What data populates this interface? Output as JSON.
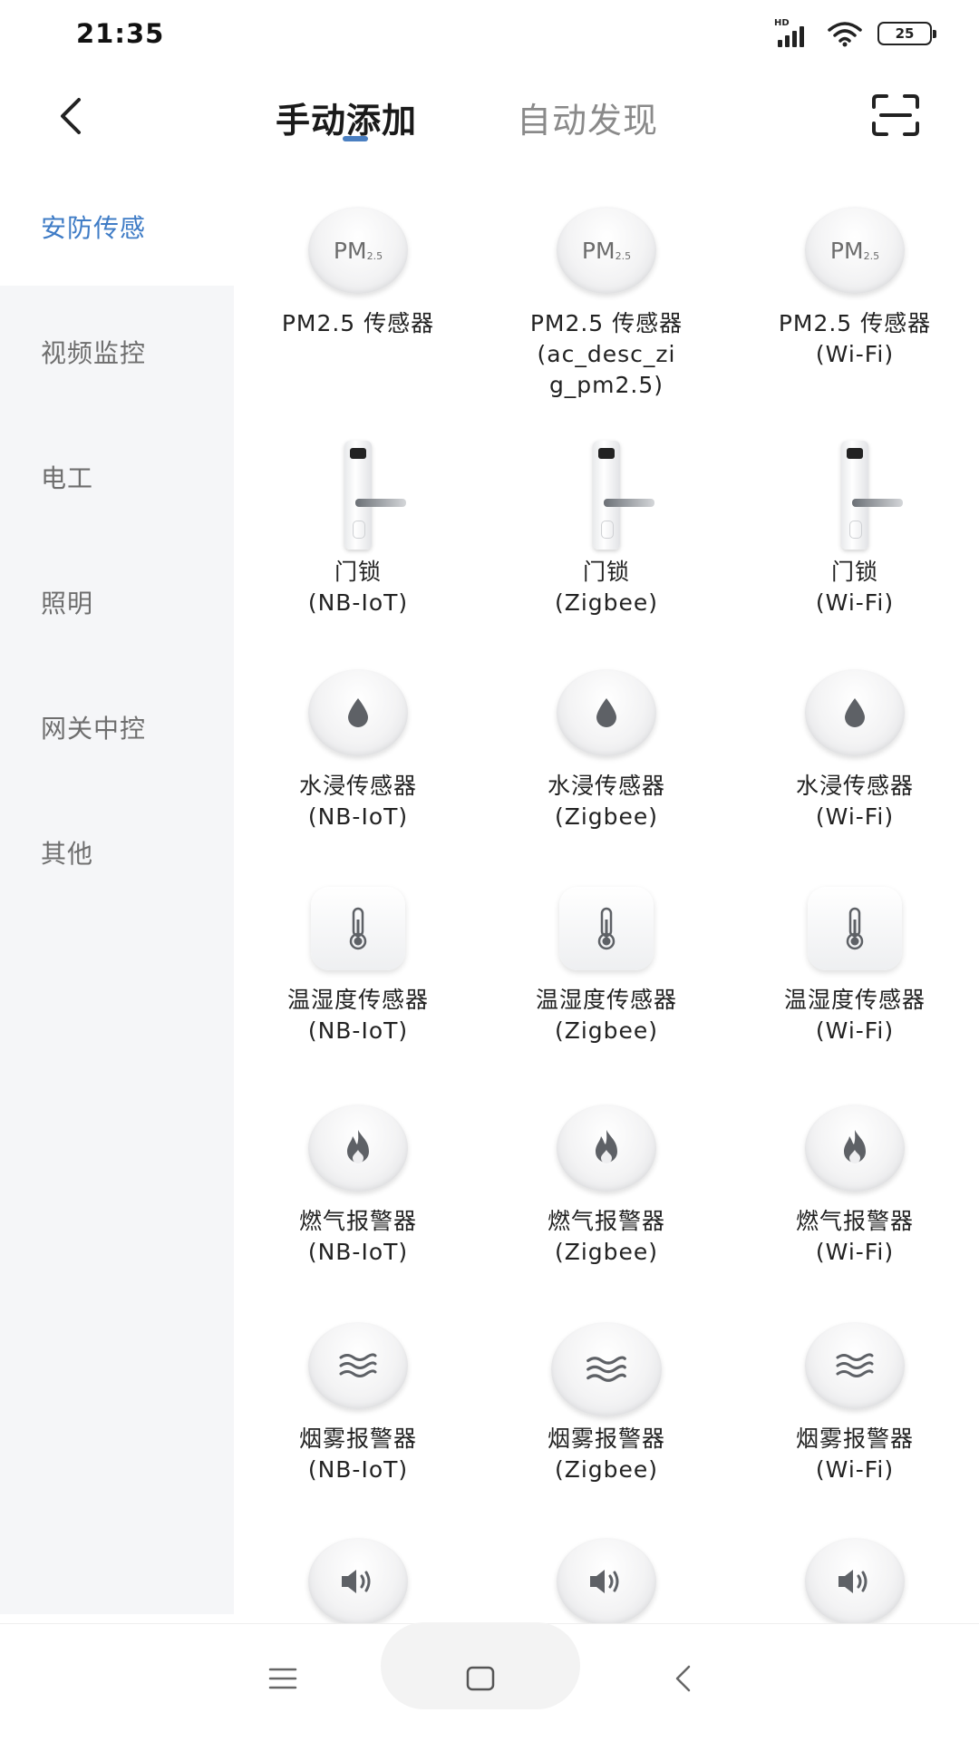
{
  "status_bar": {
    "time": "21:35",
    "network_label": "HD",
    "battery_level": "25"
  },
  "header": {
    "tabs": [
      {
        "label": "手动添加",
        "active": true
      },
      {
        "label": "自动发现",
        "active": false
      }
    ]
  },
  "sidebar": {
    "items": [
      {
        "label": "安防传感",
        "active": true
      },
      {
        "label": "视频监控",
        "active": false
      },
      {
        "label": "电工",
        "active": false
      },
      {
        "label": "照明",
        "active": false
      },
      {
        "label": "网关中控",
        "active": false
      },
      {
        "label": "其他",
        "active": false
      }
    ]
  },
  "devices": [
    {
      "icon": "pm25-icon",
      "pm_main": "PM",
      "pm_sub": "2.5",
      "line1": "PM2.5 传感器",
      "line2": "",
      "line3": ""
    },
    {
      "icon": "pm25-icon",
      "pm_main": "PM",
      "pm_sub": "2.5",
      "line1": "PM2.5 传感器",
      "line2": "(ac_desc_zi",
      "line3": "g_pm2.5)"
    },
    {
      "icon": "pm25-icon",
      "pm_main": "PM",
      "pm_sub": "2.5",
      "line1": "PM2.5 传感器",
      "line2": "(Wi-Fi)",
      "line3": ""
    },
    {
      "icon": "door-lock-icon",
      "line1": "门锁",
      "line2": "(NB-IoT)",
      "line3": ""
    },
    {
      "icon": "door-lock-icon",
      "line1": "门锁",
      "line2": "(Zigbee)",
      "line3": ""
    },
    {
      "icon": "door-lock-icon",
      "line1": "门锁",
      "line2": "(Wi-Fi)",
      "line3": ""
    },
    {
      "icon": "water-drop-icon",
      "line1": "水浸传感器",
      "line2": "(NB-IoT)",
      "line3": ""
    },
    {
      "icon": "water-drop-icon",
      "line1": "水浸传感器",
      "line2": "(Zigbee)",
      "line3": ""
    },
    {
      "icon": "water-drop-icon",
      "line1": "水浸传感器",
      "line2": "(Wi-Fi)",
      "line3": ""
    },
    {
      "icon": "thermometer-icon",
      "line1": "温湿度传感器",
      "line2": "(NB-IoT)",
      "line3": ""
    },
    {
      "icon": "thermometer-icon",
      "line1": "温湿度传感器",
      "line2": "(Zigbee)",
      "line3": ""
    },
    {
      "icon": "thermometer-icon",
      "line1": "温湿度传感器",
      "line2": "(Wi-Fi)",
      "line3": ""
    },
    {
      "icon": "flame-icon",
      "line1": "燃气报警器",
      "line2": "(NB-IoT)",
      "line3": ""
    },
    {
      "icon": "flame-icon",
      "line1": "燃气报警器",
      "line2": "(Zigbee)",
      "line3": ""
    },
    {
      "icon": "flame-icon",
      "line1": "燃气报警器",
      "line2": "(Wi-Fi)",
      "line3": ""
    },
    {
      "icon": "smoke-waves-icon",
      "line1": "烟雾报警器",
      "line2": "(NB-IoT)",
      "line3": ""
    },
    {
      "icon": "smoke-waves-icon",
      "line1": "烟雾报警器",
      "line2": "(Zigbee)",
      "line3": ""
    },
    {
      "icon": "smoke-waves-icon",
      "line1": "烟雾报警器",
      "line2": "(Wi-Fi)",
      "line3": ""
    },
    {
      "icon": "speaker-icon",
      "line1": "",
      "line2": "",
      "line3": ""
    },
    {
      "icon": "speaker-icon",
      "line1": "",
      "line2": "",
      "line3": ""
    },
    {
      "icon": "speaker-icon",
      "line1": "",
      "line2": "",
      "line3": ""
    }
  ],
  "colors": {
    "accent": "#3f7cc6",
    "sidebar_bg": "#f5f6f8",
    "text": "#222222",
    "muted": "#8a8a8a"
  }
}
